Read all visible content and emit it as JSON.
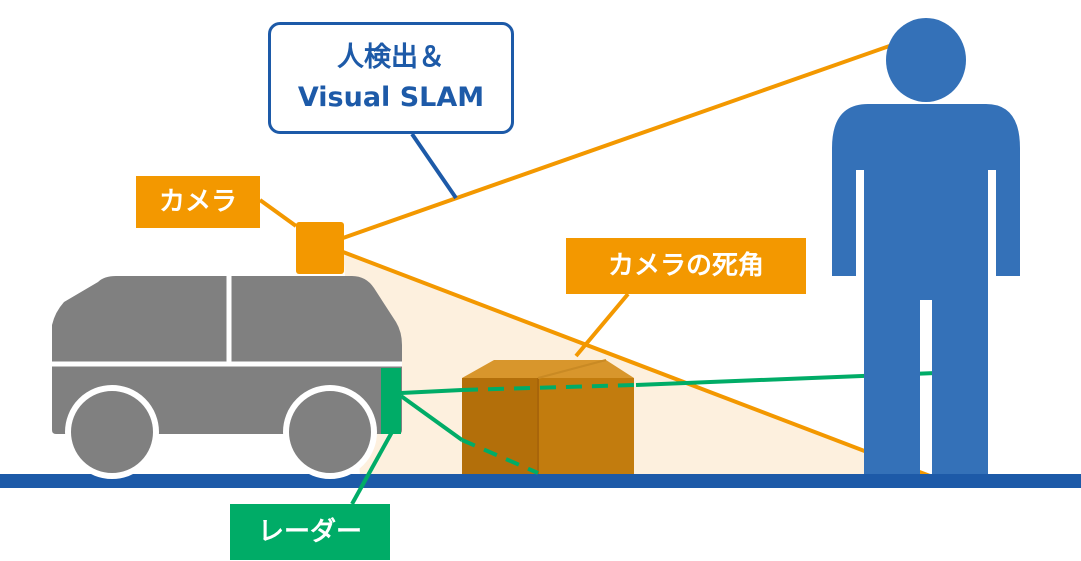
{
  "labels": {
    "detection_line1": "人検出＆",
    "detection_line2": "Visual SLAM",
    "camera": "カメラ",
    "blind_spot": "カメラの死角",
    "radar": "レーダー"
  },
  "colors": {
    "orange": "#f39800",
    "blind_fill": "#fdf0de",
    "blue": "#3471b8",
    "ground": "#1d5aa8",
    "green": "#00ac67",
    "vehicle": "#808080",
    "box_front": "#c27c0e",
    "box_top": "#d8962c",
    "box_side": "#b36f0a"
  }
}
